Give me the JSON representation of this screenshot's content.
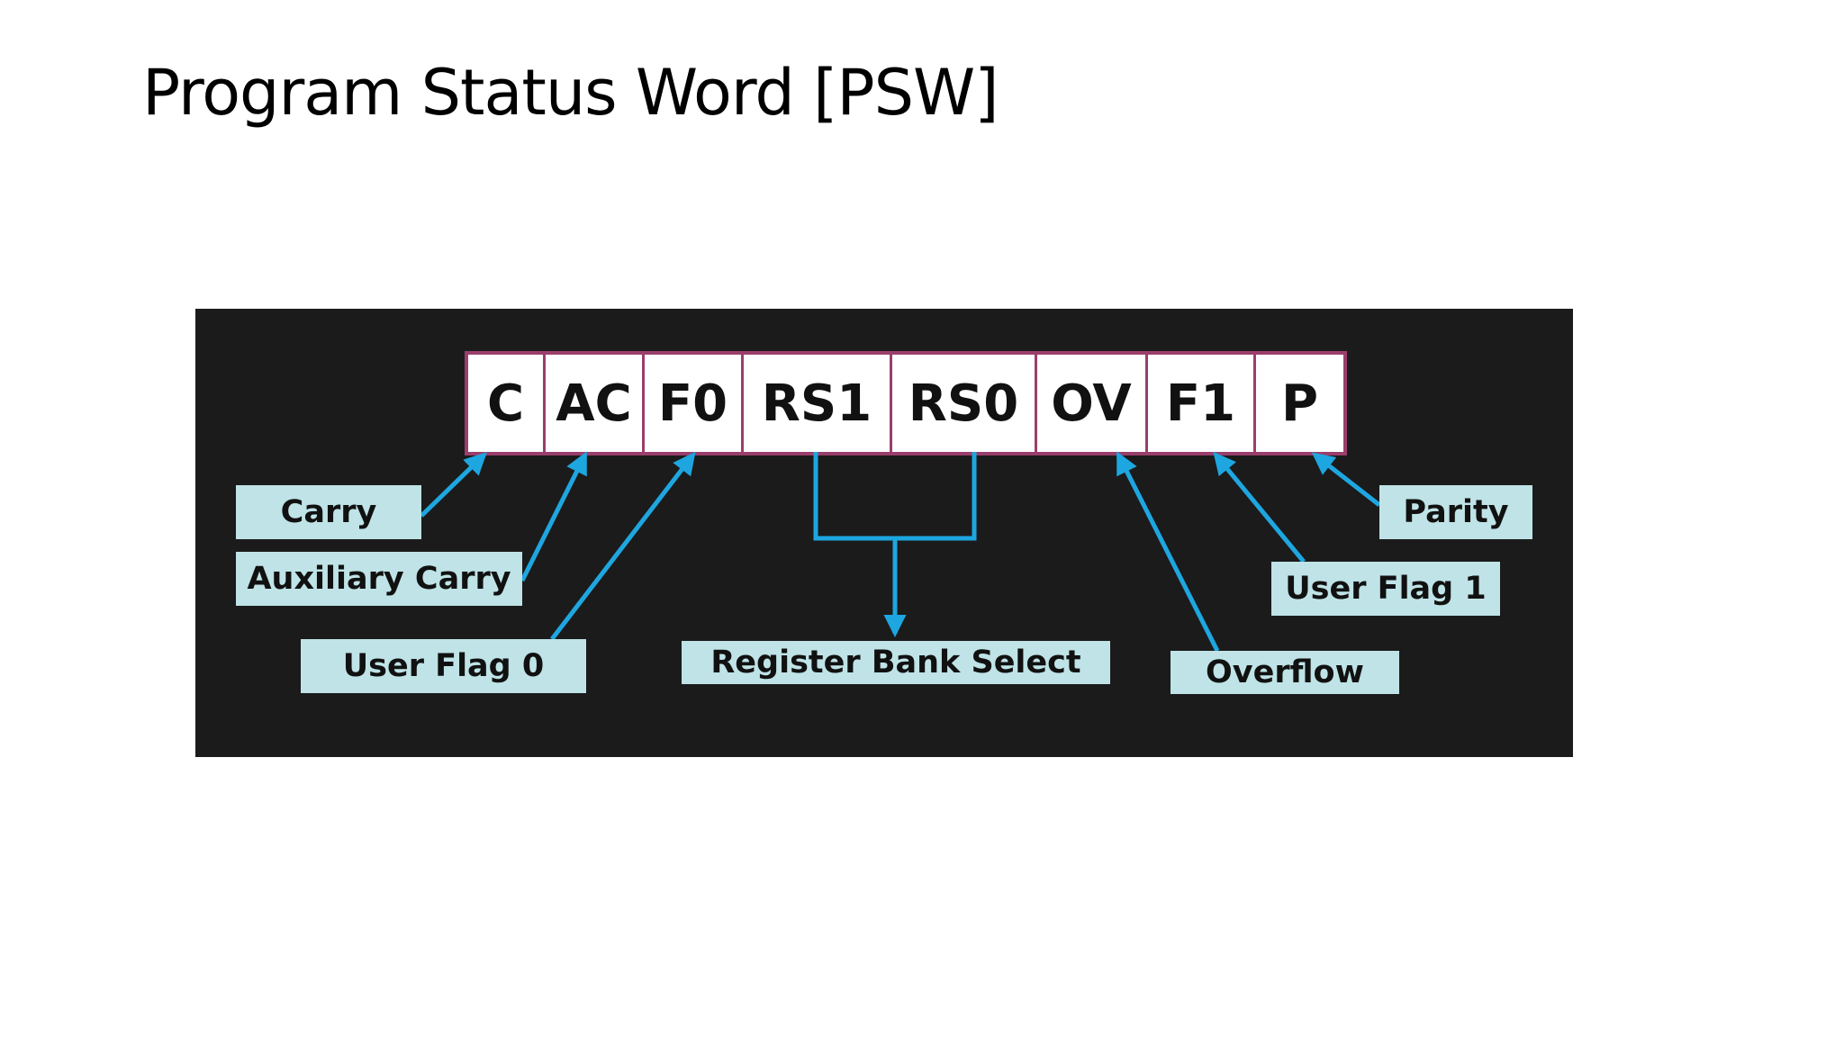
{
  "title": "Program Status Word [PSW]",
  "bits": [
    {
      "id": "c",
      "label": "C"
    },
    {
      "id": "ac",
      "label": "AC"
    },
    {
      "id": "f0",
      "label": "F0"
    },
    {
      "id": "rs1",
      "label": "RS1"
    },
    {
      "id": "rs0",
      "label": "RS0"
    },
    {
      "id": "ov",
      "label": "OV"
    },
    {
      "id": "f1",
      "label": "F1"
    },
    {
      "id": "p",
      "label": "P"
    }
  ],
  "labels": {
    "carry": "Carry",
    "auxiliary_carry": "Auxiliary Carry",
    "user_flag_0": "User Flag 0",
    "register_bank_select": "Register Bank Select",
    "overflow": "Overflow",
    "user_flag_1": "User Flag 1",
    "parity": "Parity"
  },
  "colors": {
    "panel": "#1b1b1b",
    "cell_border": "#9a3e6c",
    "label_fill": "#bfe3e6",
    "arrow": "#1ea6e0"
  }
}
